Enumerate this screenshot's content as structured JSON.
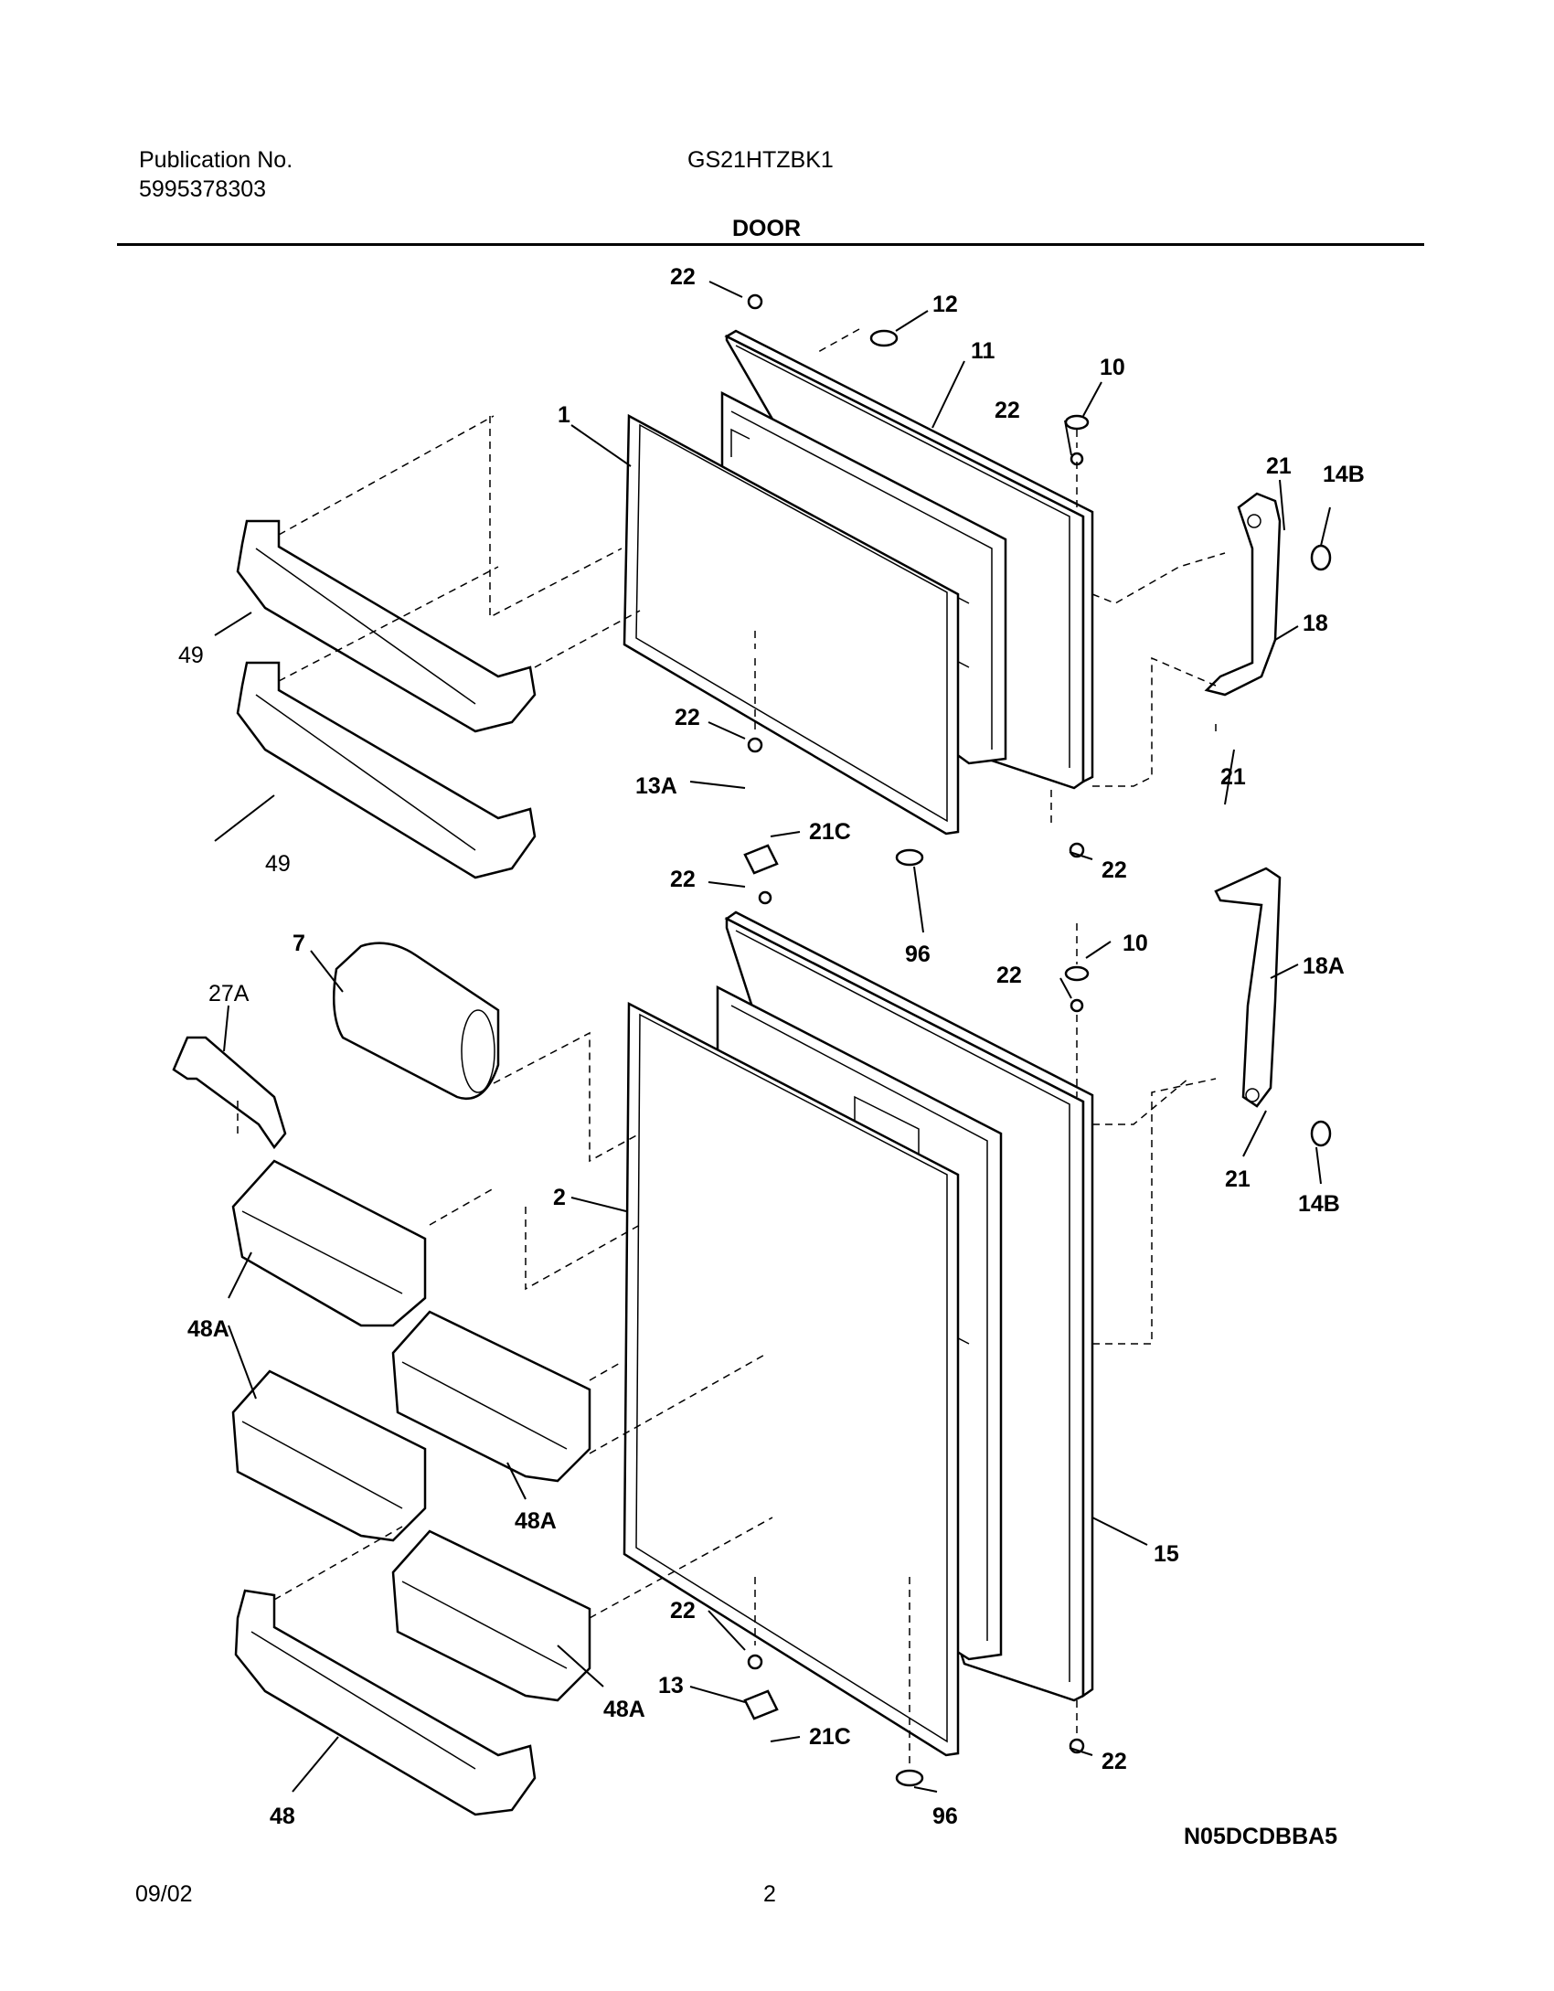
{
  "header": {
    "publication_label": "Publication No.",
    "publication_number": "5995378303",
    "model": "GS21HTZBK1",
    "section_title": "DOOR"
  },
  "callouts": {
    "c22a": "22",
    "c12": "12",
    "c11": "11",
    "c10a": "10",
    "c22b": "22",
    "c1": "1",
    "c21a": "21",
    "c14Ba": "14B",
    "c18": "18",
    "c49a": "49",
    "c49b": "49",
    "c22c": "22",
    "c13A": "13A",
    "c21Ca": "21C",
    "c21b": "21",
    "c22d": "22",
    "c22e": "22",
    "c96a": "96",
    "c10b": "10",
    "c22f": "22",
    "c18A": "18A",
    "c7": "7",
    "c27A": "27A",
    "c21c": "21",
    "c14Bb": "14B",
    "c2": "2",
    "c48Aa": "48A",
    "c48Ab": "48A",
    "c15": "15",
    "c22g": "22",
    "c13": "13",
    "c48Ac": "48A",
    "c21Cb": "21C",
    "c22h": "22",
    "c48": "48",
    "c96b": "96"
  },
  "footer": {
    "date": "09/02",
    "page": "2",
    "code": "N05DCDBBA5"
  }
}
